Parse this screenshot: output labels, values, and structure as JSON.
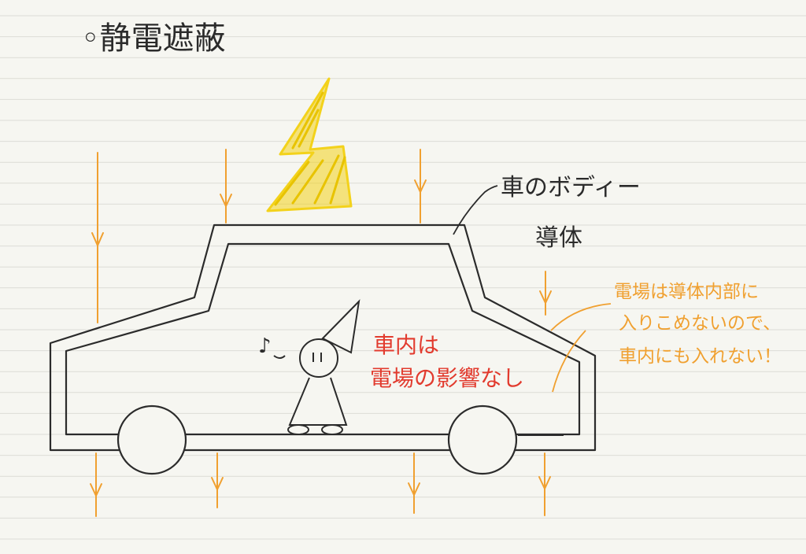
{
  "title": "◦静電遮蔽",
  "labels": {
    "body_label": "車のボディー",
    "conductor_label": "導体",
    "inside_line1": "車内は",
    "inside_line2": "電場の影響なし",
    "note_line1": "電場は導体内部に",
    "note_line2": "入りこめないので、",
    "note_line3": "車内にも入れない！",
    "music_note": "♪"
  },
  "colors": {
    "paper": "#f6f6f1",
    "rule_line": "#dcdcd6",
    "ink": "#2b2b2b",
    "field_arrow": "#f0a030",
    "lightning": "#f3d21b",
    "red_text": "#e23b2e",
    "orange_text": "#f0a030"
  }
}
